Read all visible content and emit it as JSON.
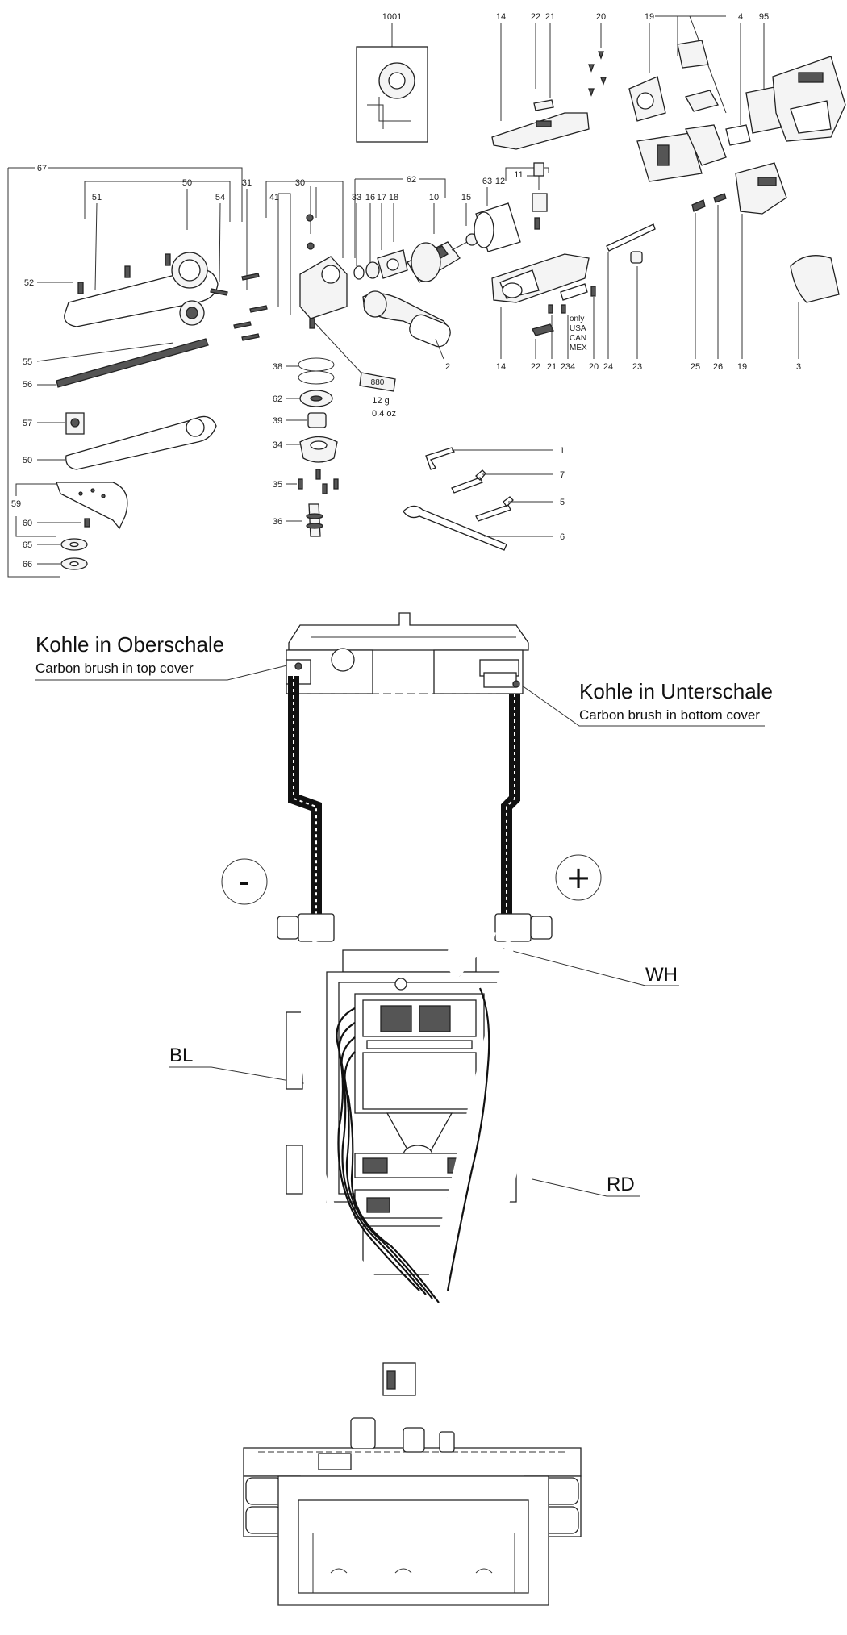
{
  "diagram": {
    "exploded_view": {
      "part_numbers": [
        "1001",
        "14",
        "22",
        "21",
        "20",
        "19",
        "4",
        "95",
        "67",
        "50",
        "51",
        "54",
        "31",
        "30",
        "41",
        "33",
        "16",
        "17",
        "18",
        "62",
        "10",
        "15",
        "63",
        "12",
        "11",
        "52",
        "55",
        "56",
        "57",
        "50",
        "59",
        "60",
        "65",
        "66",
        "38",
        "62",
        "39",
        "34",
        "35",
        "36",
        "2",
        "14",
        "22",
        "21",
        "234",
        "20",
        "24",
        "23",
        "25",
        "26",
        "19",
        "3",
        "1",
        "7",
        "5",
        "6"
      ],
      "notes": {
        "region_note": "only\nUSA\nCAN\nMEX",
        "tube_label": "880",
        "tube_weight_g": "12 g",
        "tube_weight_oz": "0.4 oz"
      }
    },
    "wiring": {
      "top_brush_de": "Kohle in Oberschale",
      "top_brush_en": "Carbon brush in top cover",
      "bottom_brush_de": "Kohle in Unterschale",
      "bottom_brush_en": "Carbon brush in bottom cover",
      "minus_symbol": "-",
      "plus_symbol": "+",
      "wire_white": "WH",
      "wire_blue": "BL",
      "wire_red": "RD"
    }
  }
}
